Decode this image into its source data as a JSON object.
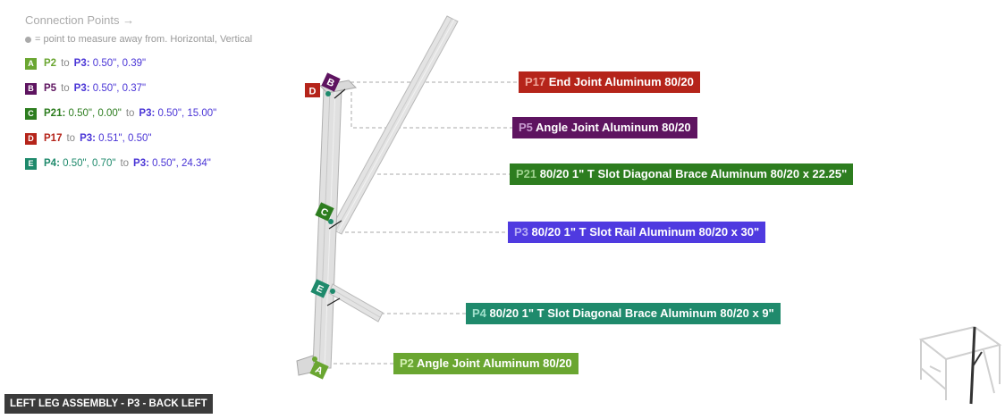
{
  "legend": {
    "title": "Connection Points →",
    "note": "= point to measure away from. Horizontal, Vertical"
  },
  "connections": [
    {
      "letter": "A",
      "color": "#6aa631",
      "from_part": "P2",
      "from_coords": "",
      "to_label": "to",
      "to_part": "P3:",
      "to_coords": "0.50\", 0.39\""
    },
    {
      "letter": "B",
      "color": "#5e1460",
      "from_part": "P5",
      "from_coords": "",
      "to_label": "to",
      "to_part": "P3:",
      "to_coords": "0.50\", 0.37\""
    },
    {
      "letter": "C",
      "color": "#2d7d1f",
      "from_part": "P21:",
      "from_coords": "0.50\", 0.00\"",
      "to_label": "to",
      "to_part": "P3:",
      "to_coords": "0.50\", 15.00\""
    },
    {
      "letter": "D",
      "color": "#b5241a",
      "from_part": "P17",
      "from_coords": "",
      "to_label": "to",
      "to_part": "P3:",
      "to_coords": "0.51\", 0.50\""
    },
    {
      "letter": "E",
      "color": "#1f8a6c",
      "from_part": "P4:",
      "from_coords": "0.50\", 0.70\"",
      "to_label": "to",
      "to_part": "P3:",
      "to_coords": "0.50\", 24.34\""
    }
  ],
  "callouts": [
    {
      "id": "P17",
      "text": "End Joint Aluminum 80/20",
      "color": "#b5241a"
    },
    {
      "id": "P5",
      "text": "Angle Joint Aluminum 80/20",
      "color": "#5e1460"
    },
    {
      "id": "P21",
      "text": "80/20 1\" T Slot Diagonal Brace  Aluminum 80/20 x 22.25\"",
      "color": "#2d7d1f"
    },
    {
      "id": "P3",
      "text": "80/20 1\" T Slot Rail Aluminum 80/20 x 30\"",
      "color": "#4f3ae0"
    },
    {
      "id": "P4",
      "text": "80/20 1\" T Slot Diagonal Brace  Aluminum 80/20 x 9\"",
      "color": "#1f8a6c"
    },
    {
      "id": "P2",
      "text": "Angle Joint Aluminum 80/20",
      "color": "#6aa631"
    }
  ],
  "markers": {
    "A": "A",
    "B": "B",
    "C": "C",
    "D": "D",
    "E": "E"
  },
  "assembly_title": "LEFT LEG ASSEMBLY - P3 - BACK LEFT"
}
